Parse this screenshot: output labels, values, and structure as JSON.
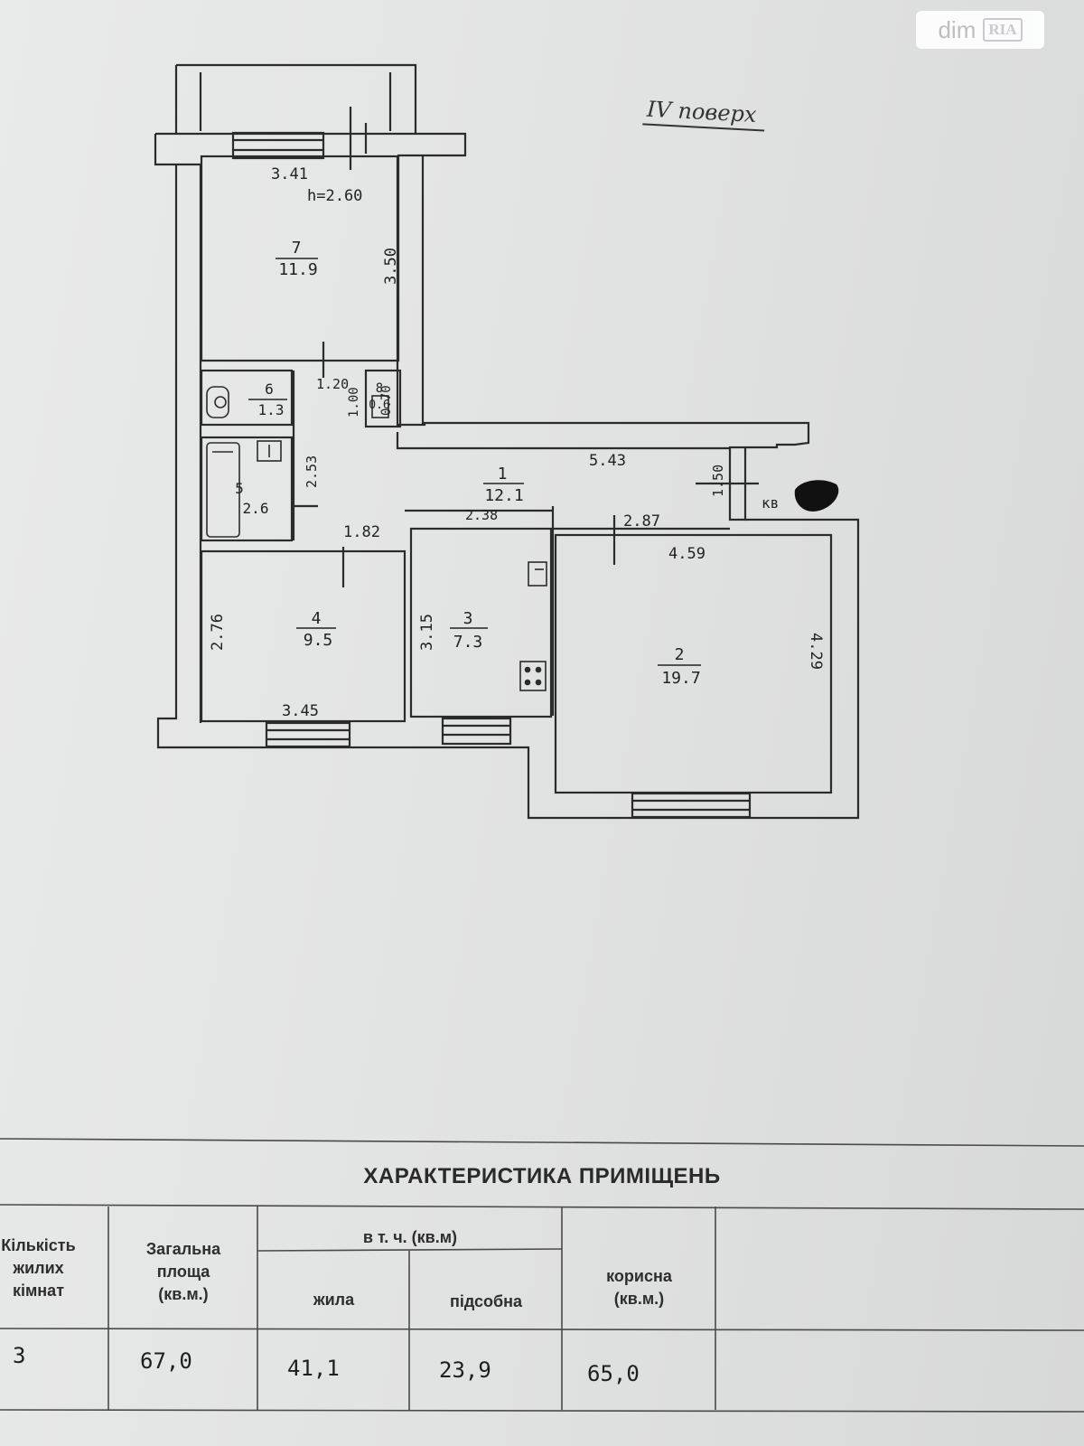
{
  "watermark": {
    "brand": "dim",
    "badge": "RIA"
  },
  "floor_label": "IV поверх",
  "plan": {
    "dims": {
      "d341": "3.41",
      "h260": "h=2.60",
      "d350": "3.50",
      "d120": "1.20",
      "d100": "1.00",
      "d070": "0.70",
      "d253": "2.53",
      "d182": "1.82",
      "d543": "5.43",
      "d150": "1.50",
      "d238": "2.38",
      "d287": "2.87",
      "d459": "4.59",
      "d429": "4.29",
      "d276": "2.76",
      "d345": "3.45",
      "d315": "3.15"
    },
    "rooms": {
      "r7_no": "7",
      "r7_area": "11.9",
      "r6_no": "6",
      "r6_area": "1.3",
      "r8_no": "8",
      "r8_area": "0.6",
      "r5_no": "5",
      "r5_area": "2.6",
      "r1_no": "1",
      "r1_area": "12.1",
      "r4_no": "4",
      "r4_area": "9.5",
      "r3_no": "3",
      "r3_area": "7.3",
      "r2_no": "2",
      "r2_area": "19.7"
    },
    "apt_label": "кв"
  },
  "table": {
    "title": "ХАРАКТЕРИСТИКА ПРИМІЩЕНЬ",
    "headers": {
      "rooms": "Кількість\nжилих\nкімнат",
      "total": "Загальна\nплоща\n(кв.м.)",
      "incl": "в т. ч. (кв.м)",
      "living": "жила",
      "aux": "підсобна",
      "useful": "корисна\n(кв.м.)"
    },
    "row": {
      "rooms": "3",
      "total": "67,0",
      "living": "41,1",
      "aux": "23,9",
      "useful": "65,0"
    }
  }
}
